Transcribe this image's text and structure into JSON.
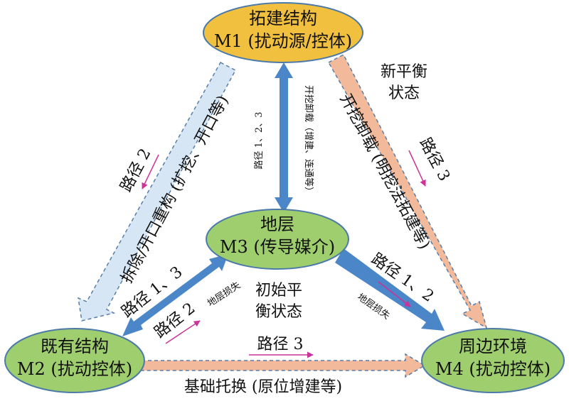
{
  "nodes": {
    "m1": {
      "line1": "拓建结构",
      "line2": "M1 (扰动源/控体)",
      "fill": "#f2c03f"
    },
    "m2": {
      "line1": "既有结构",
      "line2": "M2 (扰动控体)",
      "fill": "#9fce6f"
    },
    "m3": {
      "line1": "地层",
      "line2": "M3 (传导媒介)",
      "fill": "#9fce6f"
    },
    "m4": {
      "line1": "周边环境",
      "line2": "M4 (扰动控体)",
      "fill": "#9fce6f"
    }
  },
  "states": {
    "new_balance_1": "新平衡",
    "new_balance_2": "状态",
    "initial_balance_1": "初始平",
    "initial_balance_2": "衡状态"
  },
  "edges": {
    "m1_m2": {
      "text": "拆除/开口重构 (扩挖、开口等)",
      "path": "路径 2",
      "color": "#d6e6f5"
    },
    "m1_m4": {
      "text": "开挖卸载 (明挖法拓建等)",
      "path": "路径 3",
      "color": "#f2b99a"
    },
    "m1_m3": {
      "text": "开挖卸载（增建、连通等）",
      "path": "路径 1、2、3",
      "color": "#4a86c8"
    },
    "m3_m2": {
      "path_a": "路径 1、3",
      "path_b": "路径 2",
      "loss": "地层损失",
      "color": "#4a86c8"
    },
    "m3_m4": {
      "path": "路径 1、2",
      "loss": "地层损失",
      "color": "#4a86c8"
    },
    "m2_m4": {
      "text": "基础托换 (原位增建等)",
      "path": "路径 3",
      "color": "#f2b99a"
    }
  },
  "colors": {
    "indicator_arrow": "#cc3399",
    "dash_border": "#5a7ea6",
    "ellipse_stroke": "#4c7aa8"
  }
}
